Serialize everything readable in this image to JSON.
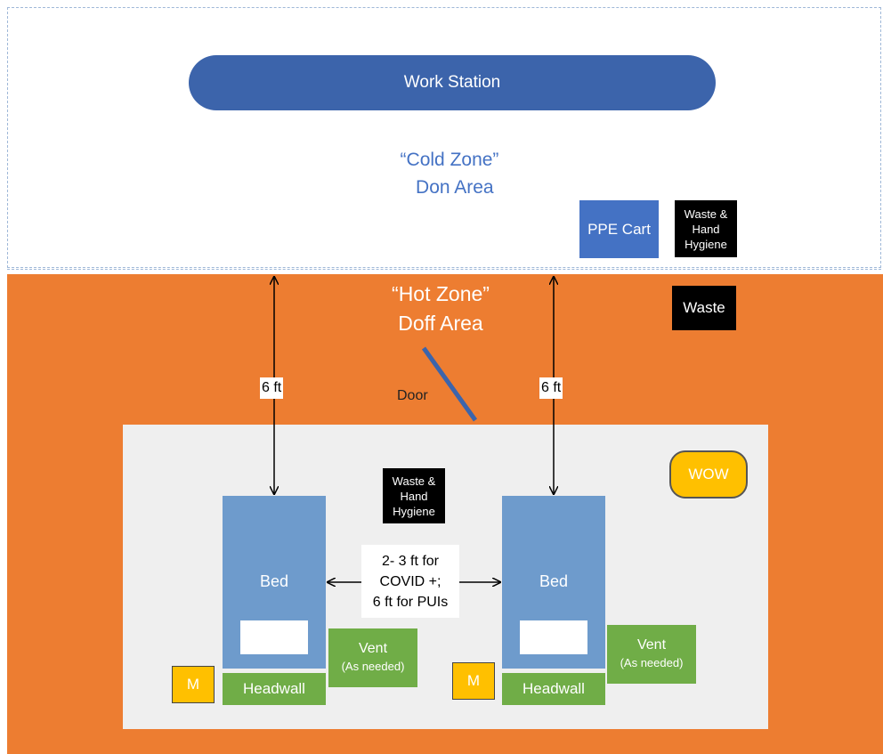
{
  "cold_zone": {
    "workstation_label": "Work Station",
    "zone_label": "“Cold Zone”\n  Don Area",
    "ppe_cart_label": "PPE Cart",
    "waste_hygiene_label": "Waste &\nHand\nHygiene"
  },
  "hot_zone": {
    "zone_label": "“Hot Zone”\nDoff Area",
    "waste_label": "Waste",
    "door_label": "Door"
  },
  "room": {
    "distance_left": "6 ft",
    "distance_right": "6 ft",
    "waste_hygiene_label": "Waste &\nHand\nHygiene",
    "wow_label": "WOW",
    "bed_spacing_label": "2- 3 ft for\nCOVID +;\n6 ft for PUIs",
    "beds": [
      {
        "label": "Bed",
        "headwall": "Headwall",
        "vent": "Vent",
        "vent_note": "(As needed)",
        "monitor": "M"
      },
      {
        "label": "Bed",
        "headwall": "Headwall",
        "vent": "Vent",
        "vent_note": "(As needed)",
        "monitor": "M"
      }
    ]
  },
  "colors": {
    "hot_zone": "#ed7d31",
    "workstation": "#3c64ab",
    "ppe_cart": "#4472c4",
    "bed": "#6e9bcc",
    "headwall_vent": "#70ad47",
    "wow_monitor": "#ffc000",
    "room_floor": "#efefef"
  }
}
